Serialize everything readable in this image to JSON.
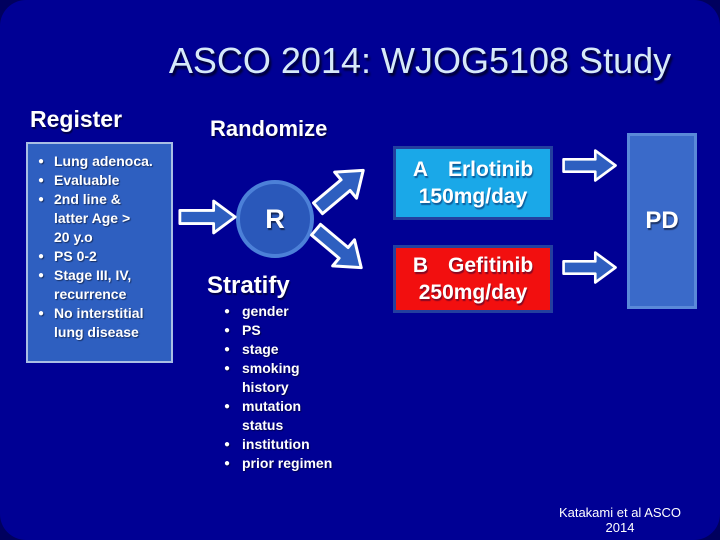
{
  "title": "ASCO 2014: WJOG5108 Study",
  "register": {
    "heading": "Register",
    "items": [
      "Lung adenoca.",
      "Evaluable",
      "2nd line &\nlatter Age >\n20 y.o",
      "PS 0-2",
      "Stage III, IV,\nrecurrence",
      "No interstitial\nlung disease"
    ]
  },
  "randomize": {
    "heading": "Randomize",
    "node_label": "R"
  },
  "stratify": {
    "heading": "Stratify",
    "items": [
      "gender",
      "PS",
      "stage",
      "smoking\nhistory",
      "mutation\nstatus",
      "institution",
      "prior regimen"
    ]
  },
  "arm_a": {
    "label": "A",
    "drug": "Erlotinib",
    "dose": "150mg/day"
  },
  "arm_b": {
    "label": "B",
    "drug": "Gefitinib",
    "dose": "250mg/day"
  },
  "endpoint": {
    "label": "PD"
  },
  "citation": {
    "line1": "Katakami et al ASCO",
    "line2": "2014"
  },
  "colors": {
    "outer_bg": "#00005E",
    "slide_bg": "#000094",
    "panel_blue": "#2E5FC0",
    "panel_border": "#A8BEE4",
    "node_fill": "#2A58BA",
    "node_border": "#4C80D8",
    "arrow_fill": "#2E5FC0",
    "arm_a_fill": "#1AA8E8",
    "arm_b_fill": "#F20F0F",
    "arm_border": "#233F9E",
    "pd_fill": "#3A6AC9",
    "pd_border": "#5A89D8",
    "title_color": "#D6E9F9"
  }
}
